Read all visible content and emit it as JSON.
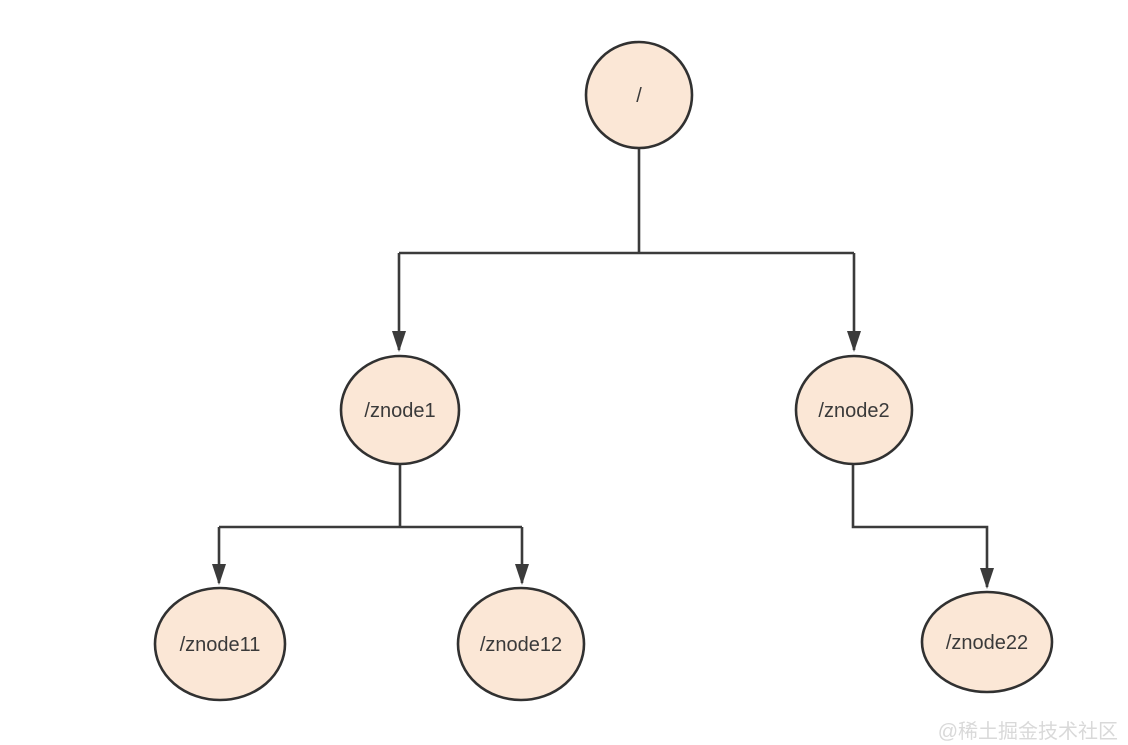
{
  "colors": {
    "background": "#ffffff",
    "node-fill": "#fbe7d6",
    "node-stroke": "#313131",
    "edge-color": "#3b3b3b",
    "label-color": "#3a3a3a",
    "watermark-color": "#d9d9d9"
  },
  "diagram": {
    "type": "tree",
    "nodes": [
      {
        "id": "root",
        "label": "/"
      },
      {
        "id": "znode1",
        "label": "/znode1"
      },
      {
        "id": "znode2",
        "label": "/znode2"
      },
      {
        "id": "znode11",
        "label": "/znode11"
      },
      {
        "id": "znode12",
        "label": "/znode12"
      },
      {
        "id": "znode22",
        "label": "/znode22"
      }
    ],
    "edges": [
      {
        "from": "/",
        "to": "/znode1"
      },
      {
        "from": "/",
        "to": "/znode2"
      },
      {
        "from": "/znode1",
        "to": "/znode11"
      },
      {
        "from": "/znode1",
        "to": "/znode12"
      },
      {
        "from": "/znode2",
        "to": "/znode22"
      }
    ]
  },
  "watermark": {
    "text": "@稀土掘金技术社区"
  }
}
